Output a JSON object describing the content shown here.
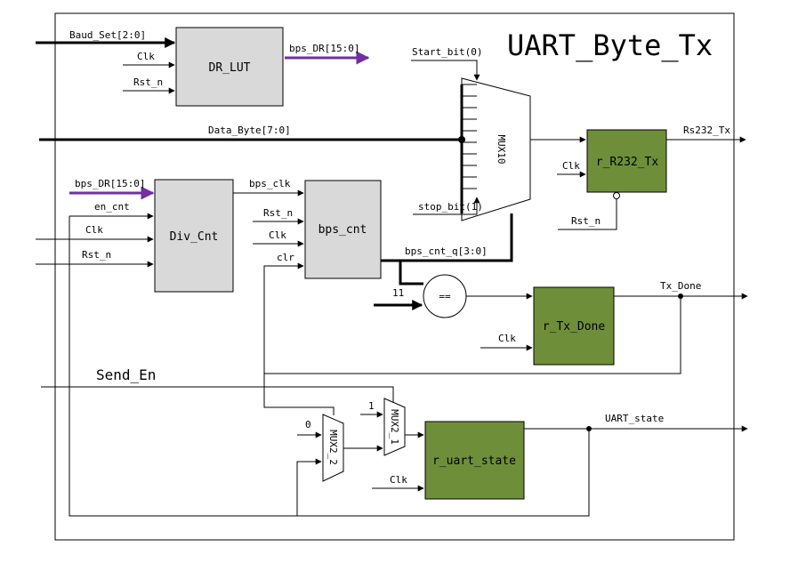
{
  "title": "UART_Byte_Tx",
  "colors": {
    "register": "#6f8e3a",
    "logic": "#d9d9d9",
    "bps_bus": "#7030a0"
  },
  "blocks": {
    "dr_lut": "DR_LUT",
    "div_cnt": "Div_Cnt",
    "bps_cnt": "bps_cnt",
    "mux10": "MUX10",
    "r_rs232_tx": "r_R232_Tx",
    "r_tx_done": "r_Tx_Done",
    "r_uart_state": "r_uart_state",
    "mux2_1": "MUX2_1",
    "mux2_2": "MUX2_2",
    "comparator": "=="
  },
  "signals": {
    "baud_set": "Baud_Set[2:0]",
    "clk": "Clk",
    "rst_n": "Rst_n",
    "bps_dr_out": "bps_DR[15:0]",
    "bps_dr_in": "bps_DR[15:0]",
    "data_byte": "Data_Byte[7:0]",
    "start_bit": "Start_bit(0)",
    "stop_bit": "stop_bit(1)",
    "rs232_tx": "Rs232_Tx",
    "en_cnt": "en_cnt",
    "bps_clk": "bps_clk",
    "clr": "clr",
    "bps_cnt_q": "bps_cnt_q[3:0]",
    "const_11": "11",
    "tx_done": "Tx_Done",
    "send_en": "Send_En",
    "const_0": "0",
    "const_1": "1",
    "uart_state": "UART_state"
  }
}
